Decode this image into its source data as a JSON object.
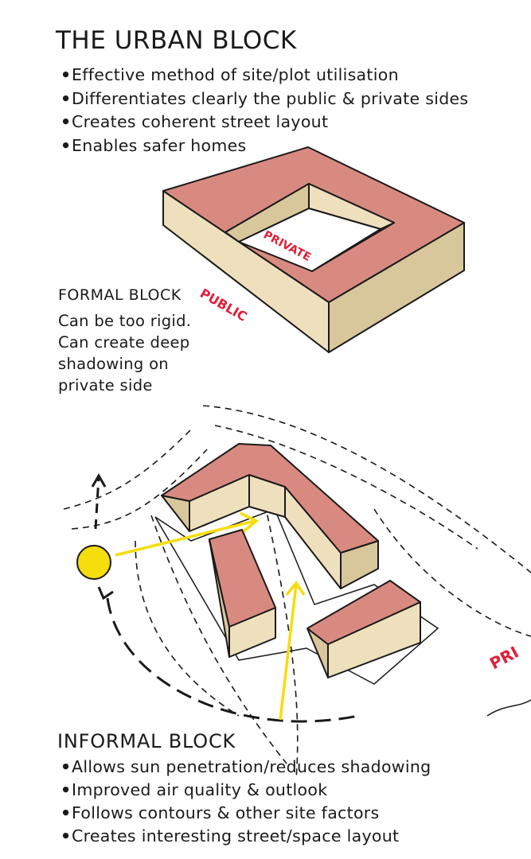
{
  "header": {
    "title": "THE URBAN BLOCK",
    "points": [
      "Effective method of site/plot utilisation",
      "Differentiates clearly the public & private sides",
      "Creates coherent street layout",
      "Enables safer homes"
    ]
  },
  "formal": {
    "title": "FORMAL BLOCK",
    "notes": [
      "Can be too rigid.",
      "Can create deep",
      "shadowing on",
      "private side"
    ],
    "label_private": "PRIVATE",
    "label_public": "PUBLIC"
  },
  "informal": {
    "title": "INFORMAL BLOCK",
    "points": [
      "Allows sun penetration/reduces shadowing",
      "Improved air quality & outlook",
      "Follows contours & other site factors",
      "Creates interesting street/space layout"
    ],
    "label_edge": "PRI"
  },
  "colors": {
    "roof": "#d98a80",
    "wall_light": "#efe0bd",
    "wall_dark": "#d9c79c",
    "accent_red": "#e0203a",
    "sun": "#f6dd0c",
    "ink": "#1a1a1a"
  }
}
